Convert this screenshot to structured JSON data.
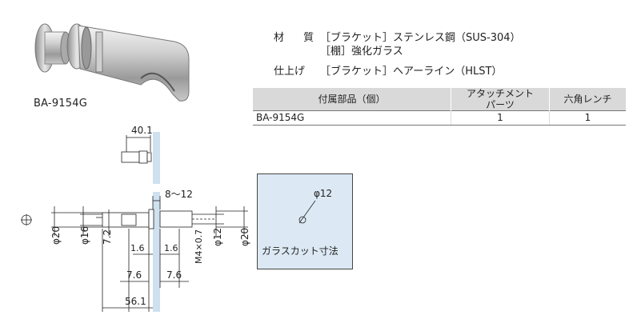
{
  "product": {
    "model": "BA-9154G",
    "photo_icon": "stainless-hook-photo"
  },
  "specs": {
    "material_label": "材 質",
    "material_value_1": "［ブラケット］ステンレス鋼（SUS-304）",
    "material_value_2": "［棚］強化ガラス",
    "finish_label": "仕上げ",
    "finish_value": "［ブラケット］ヘアーライン（HLST）"
  },
  "parts_table": {
    "headers": [
      "付属部品（個）",
      "アタッチメント パーツ",
      "六角レンチ"
    ],
    "rows": [
      [
        "BA-9154G",
        "1",
        "1"
      ]
    ]
  },
  "drawing": {
    "small_dim": "40.1",
    "glass_range": "8～12",
    "dia_20_left": "φ20",
    "dia_16": "φ16",
    "dim_7_2": "7.2",
    "dim_1_6_left": "1.6",
    "dim_1_6_right": "1.6",
    "thread": "M4×0.7",
    "dia_12": "φ12",
    "dia_20_right": "φ20",
    "dim_7_6_left": "7.6",
    "dim_7_6_right": "7.6",
    "overall": "56.1",
    "crosshair_icon": "circle-crosshair-icon"
  },
  "glass_cut": {
    "hole_dia": "φ12",
    "caption": "ガラスカット寸法",
    "fill_color": "#dce9f4"
  }
}
